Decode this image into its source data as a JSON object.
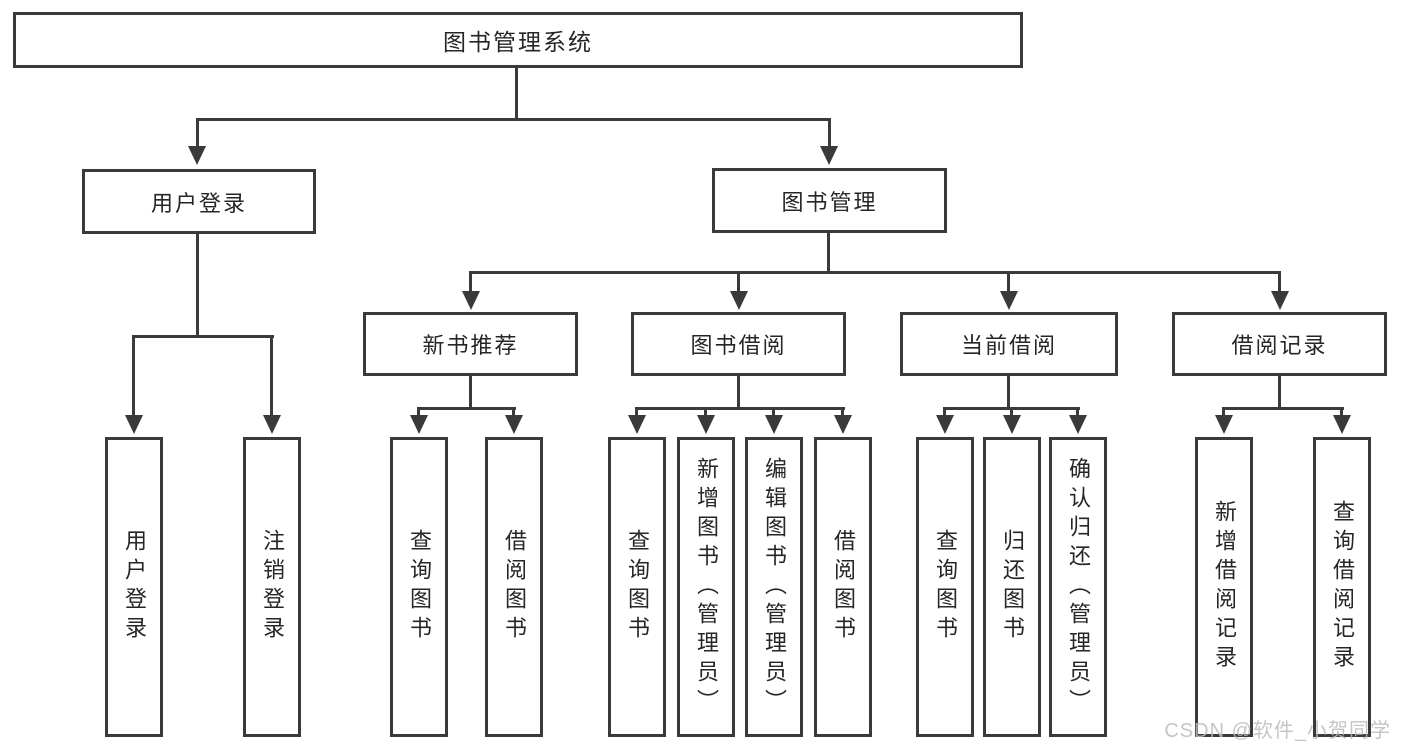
{
  "diagram": {
    "title": "图书管理系统",
    "type": "hierarchy-tree",
    "watermark": "CSDN @软件_小贺同学"
  },
  "tree": {
    "root": {
      "label": "图书管理系统"
    },
    "level2": [
      {
        "label": "用户登录"
      },
      {
        "label": "图书管理"
      }
    ],
    "level3": [
      {
        "label": "新书推荐",
        "parent": "图书管理"
      },
      {
        "label": "图书借阅",
        "parent": "图书管理"
      },
      {
        "label": "当前借阅",
        "parent": "图书管理"
      },
      {
        "label": "借阅记录",
        "parent": "图书管理"
      }
    ],
    "leaves": [
      {
        "label": "用户登录",
        "parent": "用户登录"
      },
      {
        "label": "注销登录",
        "parent": "用户登录"
      },
      {
        "label": "查询图书",
        "parent": "新书推荐"
      },
      {
        "label": "借阅图书",
        "parent": "新书推荐"
      },
      {
        "label": "查询图书",
        "parent": "图书借阅"
      },
      {
        "label": "新增图书（管理员）",
        "parent": "图书借阅"
      },
      {
        "label": "编辑图书（管理员）",
        "parent": "图书借阅"
      },
      {
        "label": "借阅图书",
        "parent": "图书借阅"
      },
      {
        "label": "查询图书",
        "parent": "当前借阅"
      },
      {
        "label": "归还图书",
        "parent": "当前借阅"
      },
      {
        "label": "确认归还（管理员）",
        "parent": "当前借阅"
      },
      {
        "label": "新增借阅记录",
        "parent": "借阅记录"
      },
      {
        "label": "查询借阅记录",
        "parent": "借阅记录"
      }
    ]
  },
  "colors": {
    "line": "#3a3a3a",
    "text": "#262626",
    "watermark": "#b9bbc0",
    "background": "#ffffff"
  }
}
